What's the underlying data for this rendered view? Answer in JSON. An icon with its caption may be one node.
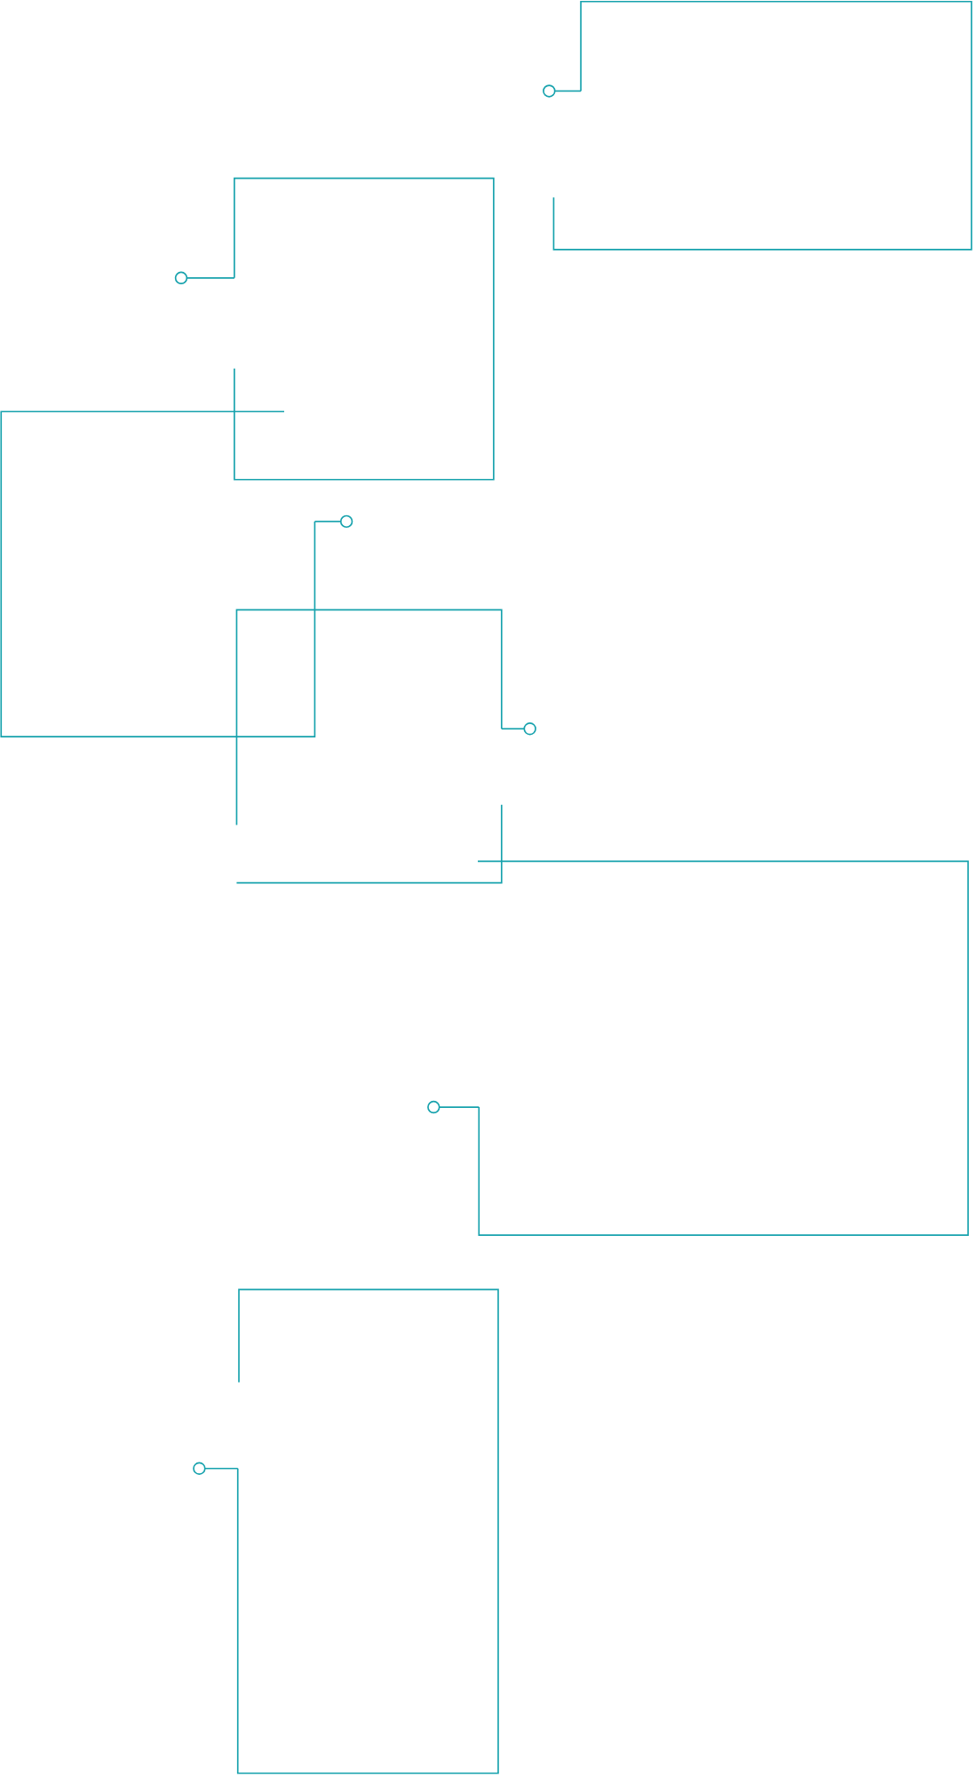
{
  "diagram": {
    "nodes": [
      {
        "text": [],
        "shape": "box"
      },
      {
        "text": [],
        "shape": "circle"
      },
      {
        "text": [],
        "shape": "box"
      },
      {
        "text": [],
        "shape": "circle"
      },
      {
        "text": [],
        "shape": "box"
      },
      {
        "text": [],
        "shape": "circle"
      },
      {
        "text": [],
        "shape": "box"
      },
      {
        "text": [],
        "shape": "circle"
      },
      {
        "text": [],
        "shape": "box"
      },
      {
        "text": [],
        "shape": "circle"
      },
      {
        "text": [],
        "shape": "box"
      },
      {
        "text": [],
        "shape": "circle"
      }
    ],
    "edges": [
      {
        "from": 1,
        "to": 0,
        "arrow": "none"
      },
      {
        "from": 3,
        "to": 2,
        "arrow": "none"
      },
      {
        "from": 5,
        "to": 4,
        "arrow": "none"
      },
      {
        "from": 7,
        "to": 6,
        "arrow": "none"
      },
      {
        "from": 9,
        "to": 8,
        "arrow": "none"
      },
      {
        "from": 11,
        "to": 10,
        "arrow": "none"
      }
    ]
  }
}
